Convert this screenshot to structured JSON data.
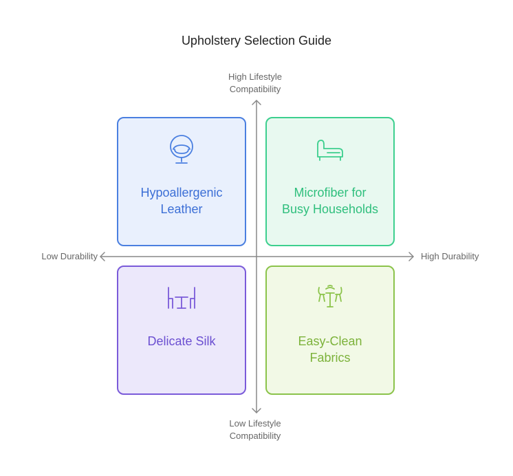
{
  "title": "Upholstery Selection Guide",
  "axes": {
    "top": [
      "High Lifestyle",
      "Compatibility"
    ],
    "bottom": [
      "Low Lifestyle",
      "Compatibility"
    ],
    "left": "Low Durability",
    "right": "High Durability"
  },
  "quadrants": {
    "top_left": {
      "lines": [
        "Hypoallergenic",
        "Leather"
      ],
      "icon": "egg-chair-icon",
      "color": "#3c6fd6"
    },
    "top_right": {
      "lines": [
        "Microfiber for",
        "Busy Households"
      ],
      "icon": "chaise-sofa-icon",
      "color": "#2fbf7d"
    },
    "bottom_left": {
      "lines": [
        "Delicate Silk"
      ],
      "icon": "table-chairs-icon",
      "color": "#6b4fd1"
    },
    "bottom_right": {
      "lines": [
        "Easy-Clean",
        "Fabrics"
      ],
      "icon": "patio-set-icon",
      "color": "#7cb23a"
    }
  },
  "colors": {
    "axis": "#888888",
    "text": "#222222"
  }
}
